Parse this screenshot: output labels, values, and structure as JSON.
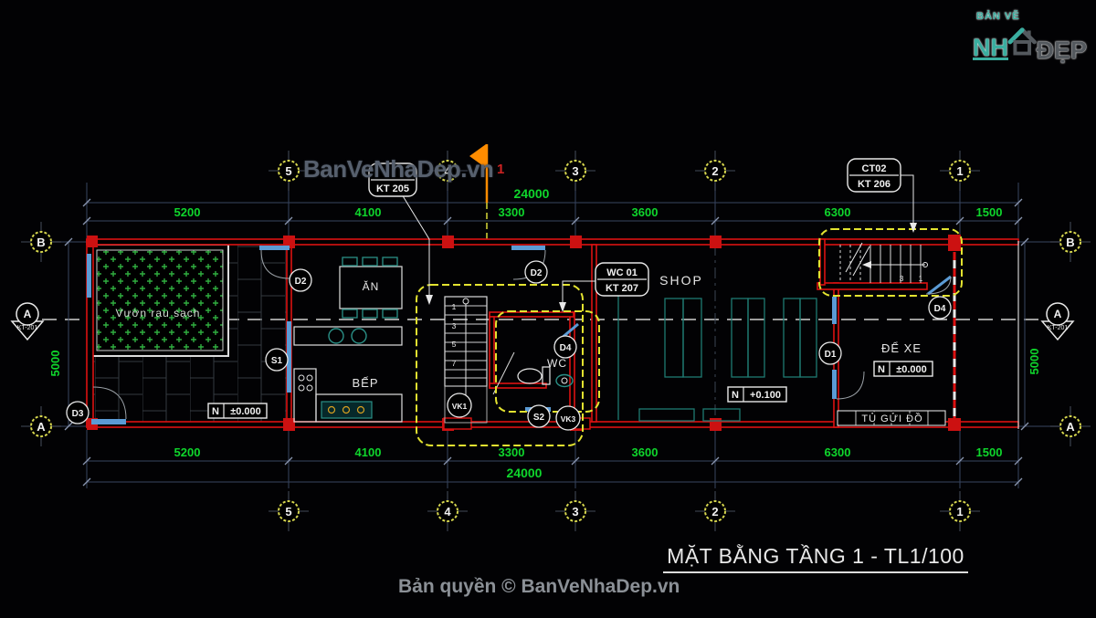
{
  "watermark": "BanVeNhaDep.vn",
  "copyright": "Bản quyền © BanVeNhaDep.vn",
  "title": "MẶT BẰNG TẦNG 1 - TL1/100",
  "logo": {
    "line1": "BẢN VẼ",
    "nha": "NH",
    "dep": "ĐẸP"
  },
  "axes": {
    "c5": "5",
    "c4": "4",
    "c3": "3",
    "c2": "2",
    "c1": "1",
    "rb": "B",
    "ra": "A"
  },
  "dims": {
    "total": "24000",
    "s1": "5200",
    "s2": "4100",
    "s3": "3300",
    "s4": "3600",
    "s5": "6300",
    "s6": "1500",
    "v": "5000"
  },
  "rooms": {
    "garden": "Vườn rau sạch",
    "dining": "ĂN",
    "kitchen": "BẾP",
    "wc": "WC",
    "shop": "SHOP",
    "parking": "ĐỂ XE",
    "locker": "TỦ GỬI ĐỒ"
  },
  "levels": {
    "n": "N",
    "zero": "±0.000",
    "plus": "+0.100"
  },
  "callouts": {
    "kt205": "KT 205",
    "ct02": "CT02",
    "kt206": "KT 206",
    "wc01": "WC 01",
    "kt207": "KT 207"
  },
  "tags": {
    "d1": "D1",
    "d2": "D2",
    "d3": "D3",
    "d4": "D4",
    "s1": "S1",
    "s2": "S2",
    "vk1": "VK1",
    "vk3": "VK3"
  },
  "section": {
    "letter": "A",
    "ref": "KT-201",
    "flag": "1"
  },
  "stairs": {
    "n1": "1",
    "n3": "3",
    "n5": "5",
    "n7": "7",
    "r3": "3",
    "r1": "1"
  },
  "colors": {
    "wall_red": "#dd1111",
    "dim_green": "#0fd62c",
    "highlight_yellow": "#e3e330",
    "door_blue": "#5b9bd5",
    "furniture_teal": "#2a8f86",
    "logo_teal": "#3aaea0",
    "watermark_gray": "#57606e"
  }
}
